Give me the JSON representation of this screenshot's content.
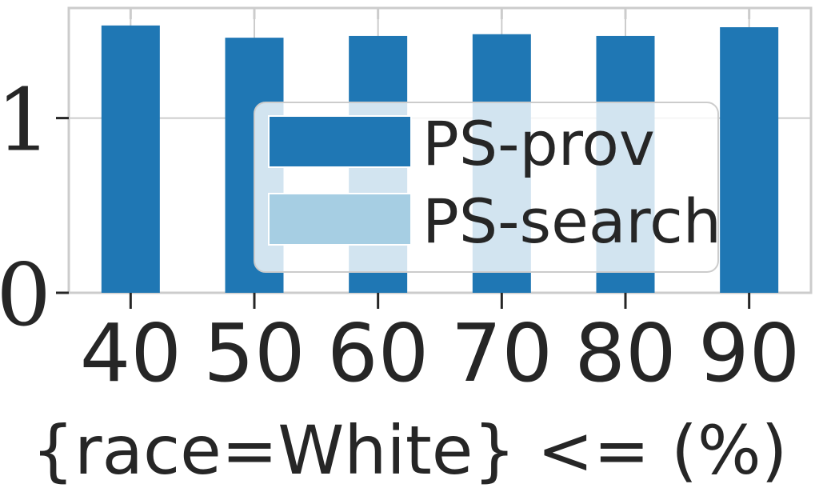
{
  "chart_data": {
    "type": "bar",
    "categories": [
      "40",
      "50",
      "60",
      "70",
      "80",
      "90"
    ],
    "series": [
      {
        "name": "PS-prov",
        "values": [
          1.53,
          1.46,
          1.47,
          1.48,
          1.47,
          1.52
        ],
        "color": "#1f77b4"
      },
      {
        "name": "PS-search",
        "values": [
          0,
          0,
          0,
          0,
          0,
          0
        ],
        "color": "#a6cee3"
      }
    ],
    "xlabel": "{race=White} <= (%)",
    "ylabel": "",
    "ylim": [
      0,
      1.63
    ],
    "yticks": [
      "0",
      "1"
    ],
    "grid": true,
    "legend_position": "center"
  }
}
